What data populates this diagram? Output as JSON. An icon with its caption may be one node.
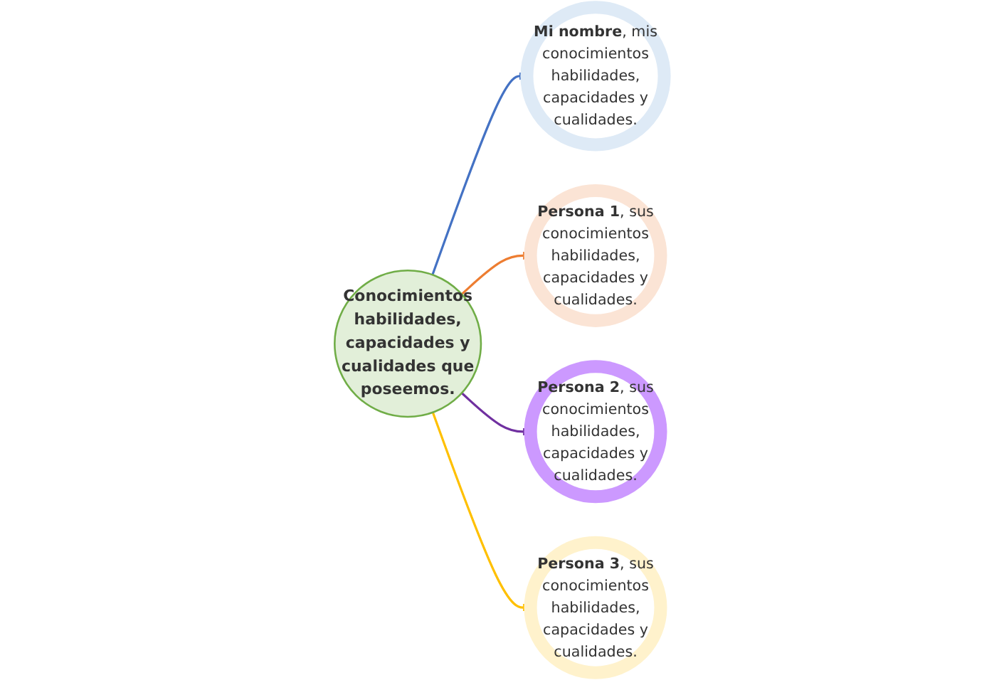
{
  "diagram": {
    "nodes": [
      {
        "text": [
          "**Mi nombre**, mis conocimientos habilidades, capacidades y cualidades."
        ]
      },
      {
        "text": [
          "**Persona 1**, sus conocimientos habilidades, capacidades y cualidades."
        ]
      },
      {
        "text": [
          "Conocimientos habilidades, capacidades y cualidades que poseemos."
        ]
      },
      {
        "text": [
          "**Persona 2**, sus conocimientos habilidades, capacidades y cualidades."
        ]
      },
      {
        "text": [
          "**Persona 3**, sus conocimientos habilidades, capacidades y cualidades."
        ]
      }
    ],
    "edges": [
      {
        "from": 2,
        "to": 0,
        "arrow": "to",
        "color": "#4472c4"
      },
      {
        "from": 2,
        "to": 1,
        "arrow": "to",
        "color": "#ed7d31"
      },
      {
        "from": 2,
        "to": 3,
        "arrow": "to",
        "color": "#7030a0"
      },
      {
        "from": 2,
        "to": 4,
        "arrow": "to",
        "color": "#ffc000"
      }
    ]
  }
}
